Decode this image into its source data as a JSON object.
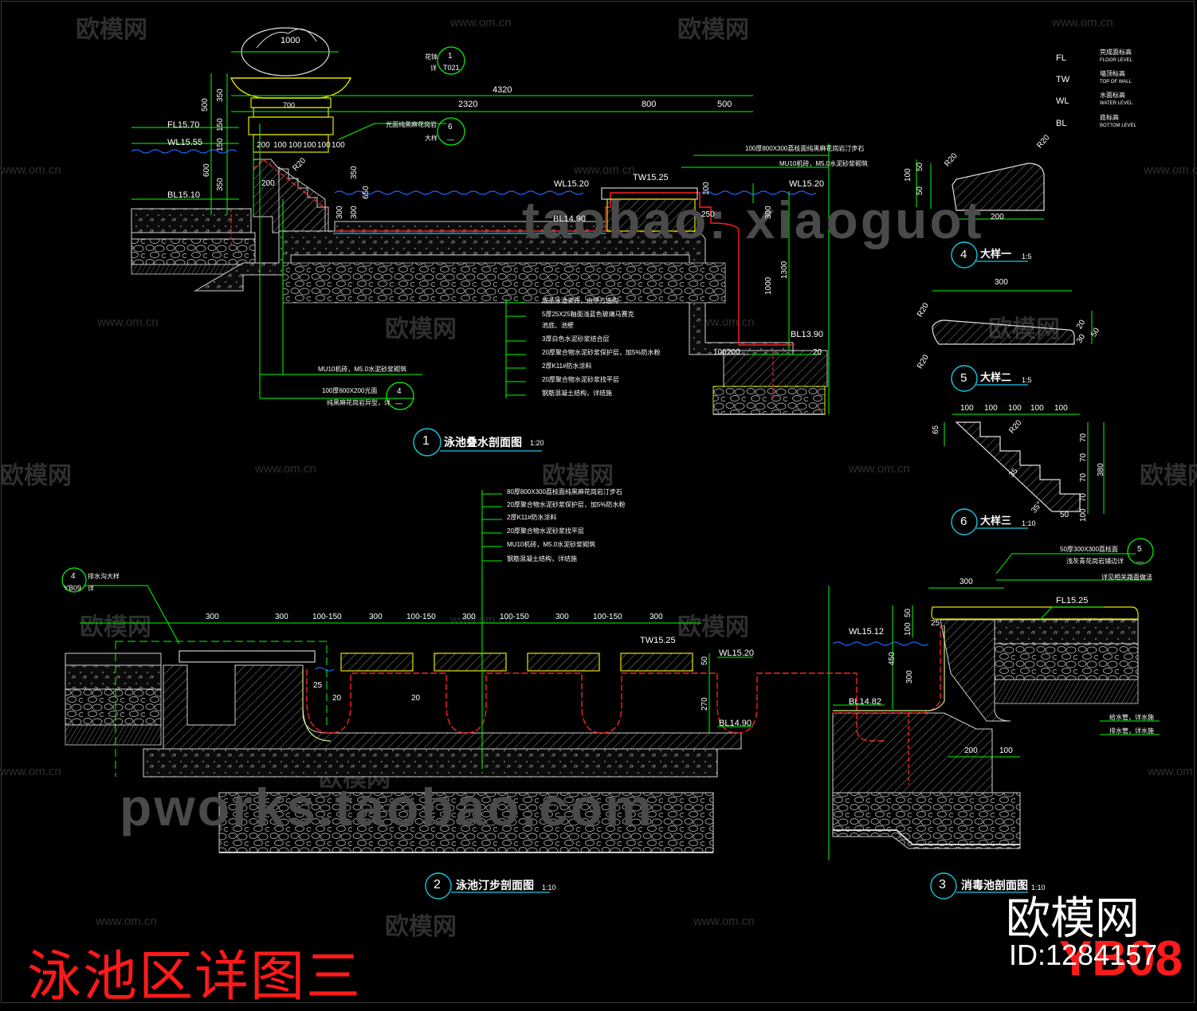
{
  "sheet": {
    "title": "泳池区详图三",
    "sheet_no": "YB08",
    "brand": "欧模网",
    "brand_id": "ID:1284157"
  },
  "watermarks": {
    "logo_text": "欧模网",
    "url": "www.om.cn",
    "shop_1": "taobao: xiaoguot",
    "shop_2": "pworks.taobao.com"
  },
  "legend": [
    {
      "code": "FL",
      "cn": "完成面标高",
      "en": "FLOOR LEVEL"
    },
    {
      "code": "TW",
      "cn": "墙顶标高",
      "en": "TOP OF WALL"
    },
    {
      "code": "WL",
      "cn": "水面标高",
      "en": "WATER LEVEL"
    },
    {
      "code": "BL",
      "cn": "底标高",
      "en": "BOTTOM LEVEL"
    }
  ],
  "section1": {
    "num": "1",
    "title": "泳池叠水剖面图",
    "scale": "1:20",
    "dims_top": {
      "total": "4320",
      "a": "2320",
      "b": "800",
      "c": "500",
      "planter": "1000",
      "planter_b": "700"
    },
    "dims_left": [
      "500",
      "350",
      "150",
      "150",
      "600",
      "350"
    ],
    "dims_steps": [
      "200",
      "100",
      "100",
      "100",
      "100",
      "100"
    ],
    "dims_mid": [
      "350",
      "650",
      "300",
      "300",
      "200",
      "R20"
    ],
    "dims_right": [
      "250",
      "100",
      "300",
      "1300",
      "1000",
      "100",
      "200",
      "20"
    ],
    "levels": {
      "fl": "FL15.70",
      "wl1": "WL15.55",
      "bl1": "BL15.10",
      "wl2": "WL15.20",
      "tw": "TW15.25",
      "wl3": "WL15.20",
      "bl2": "BL14.90",
      "bl3": "BL13.90"
    },
    "callouts": {
      "planter": "花钵",
      "planter_ref": "详",
      "planter_num": "1",
      "planter_sheet": "T021",
      "stone": "光面纯黑麻花岗岩",
      "stone_ref": "大样",
      "stone_num": "6",
      "stone_sheet": "—",
      "coping": "100厚800X300荔枝面纯黑麻花岗岩汀步石",
      "brick": "MU10机砖，M5.0水泥砂浆砌筑",
      "brick2": "MU10机砖，M5.0水泥砂浆砌筑",
      "cap": "100厚600X200光面",
      "cap2": "纯黑麻花岗岩异型，详",
      "cap_num": "4",
      "cap_sheet": "—"
    },
    "layers": [
      "成品泳池瓷砖，由甲方选购",
      "5厚25X25釉面浅蓝色玻璃马赛克",
      "池底、池壁",
      "3厚白色水泥砂浆结合层",
      "20厚聚合物水泥砂浆保护层，加5%防水粉",
      "2厚K11#防水涂料",
      "20厚聚合物水泥砂浆找平层",
      "钢筋混凝土结构，详结施"
    ]
  },
  "detail4": {
    "num": "4",
    "title": "大样一",
    "scale": "1:5",
    "dims": [
      "R20",
      "R20",
      "100",
      "50",
      "50",
      "200"
    ]
  },
  "detail5": {
    "num": "5",
    "title": "大样二",
    "scale": "1:5",
    "dims": [
      "300",
      "R20",
      "R20",
      "50",
      "20",
      "30"
    ]
  },
  "detail6": {
    "num": "6",
    "title": "大样三",
    "scale": "1:10",
    "dims": [
      "100",
      "100",
      "100",
      "100",
      "100",
      "65",
      "R20",
      "70",
      "70",
      "70",
      "70",
      "100",
      "380",
      "35",
      "35°",
      "50"
    ]
  },
  "section2": {
    "num": "2",
    "title": "泳池汀步剖面图",
    "scale": "1:10",
    "dims_top": [
      "300",
      "300",
      "100-150",
      "300",
      "100-150",
      "300",
      "100-150",
      "300",
      "100-150",
      "300"
    ],
    "dims_side": [
      "25",
      "20",
      "20",
      "50",
      "270"
    ],
    "levels": {
      "tw": "TW15.25",
      "wl": "WL15.20",
      "bl": "BL14.90"
    },
    "ref_num": "4",
    "ref_sheet": "YB09",
    "ref_text": "排水沟大样",
    "ref_text2": "详",
    "layers": [
      "80厚800X300荔枝面纯黑麻花岗岩汀步石",
      "20厚聚合物水泥砂浆保护层，加5%防水粉",
      "2厚K11#防水涂料",
      "20厚聚合物水泥砂浆找平层",
      "MU10机砖，M5.0水泥砂浆砌筑",
      "钢筋混凝土结构，详结施"
    ]
  },
  "section3": {
    "num": "3",
    "title": "消毒池剖面图",
    "scale": "1:10",
    "dims": [
      "300",
      "50",
      "100",
      "25",
      "450",
      "300",
      "200",
      "100"
    ],
    "levels": {
      "wl": "WL15.12",
      "fl": "FL15.25",
      "bl": "BL14.82"
    },
    "callouts": {
      "tile": "50厚300X300荔枝面",
      "tile2": "浅灰青花岗岩铺边详",
      "tile_num": "5",
      "tile_sheet": "—",
      "road": "详见相关路面做法",
      "pipe1": "给水管，详水施",
      "pipe2": "排水管，详水施"
    }
  },
  "colors": {
    "line": "#00ff00",
    "text": "#ffffff",
    "red": "#ff2020",
    "cyan": "#19c8e6",
    "hatch": "#8a8a8a",
    "bg": "#000000",
    "soft": "#c9f08a"
  }
}
